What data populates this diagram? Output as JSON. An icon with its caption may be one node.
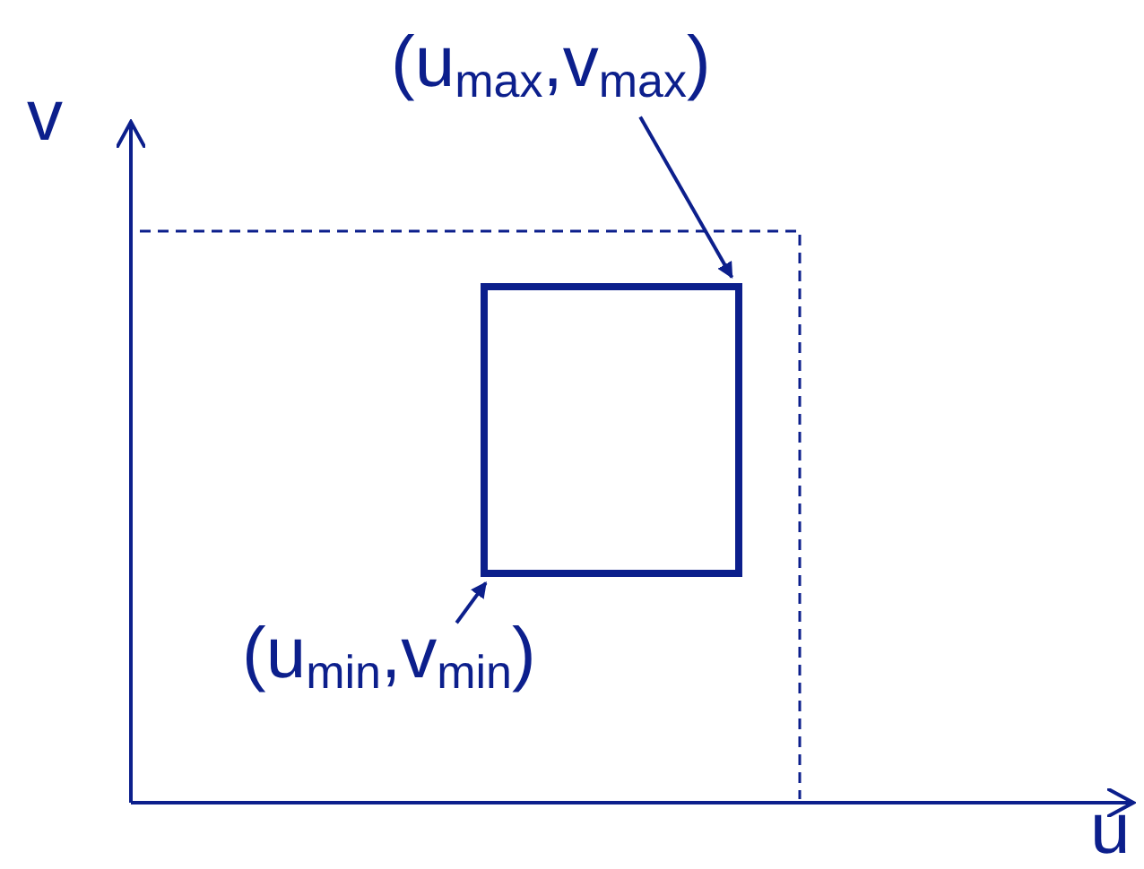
{
  "diagram": {
    "nodes": [
      {
        "text": [
          "(u$_{max}$,v$_{max}$)"
        ]
      },
      {
        "text": [],
        "shape": "box"
      },
      {
        "text": [
          "(u$_{min}$,v$_{min}$)"
        ]
      }
    ],
    "edges": [
      {
        "from": 0,
        "to": 1,
        "arrow": "to"
      },
      {
        "from": 2,
        "to": 1,
        "arrow": "to"
      }
    ],
    "labels": [
      "v",
      "u"
    ]
  }
}
